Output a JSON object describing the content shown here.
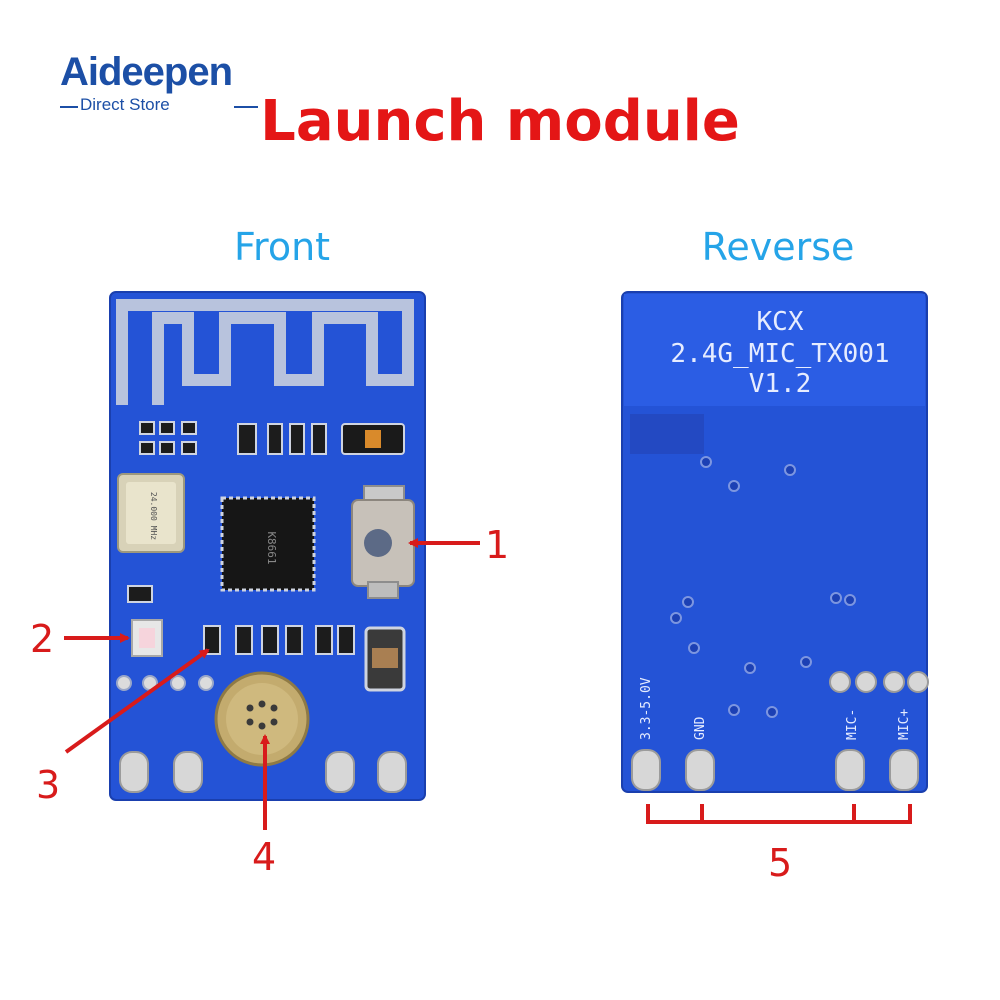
{
  "brand": {
    "name": "Aideepen",
    "subtitle": "Direct Store"
  },
  "title": "Launch module",
  "front": {
    "label": "Front",
    "crystal_text": "24.000 MHz",
    "chip_text": "K8661"
  },
  "reverse": {
    "label": "Reverse",
    "silk_line1": "KCX",
    "silk_line2": "2.4G_MIC_TX001",
    "silk_line3": "V1.2",
    "pins": [
      "3.3-5.0V",
      "GND",
      "MIC-",
      "MIC+"
    ]
  },
  "callouts": [
    "1",
    "2",
    "3",
    "4",
    "5"
  ],
  "colors": {
    "board_blue": "#2453d6",
    "callout_red": "#d81b1b",
    "title_red": "#e41616",
    "label_blue": "#25a4e8",
    "brand_blue": "#1c4fa6"
  }
}
